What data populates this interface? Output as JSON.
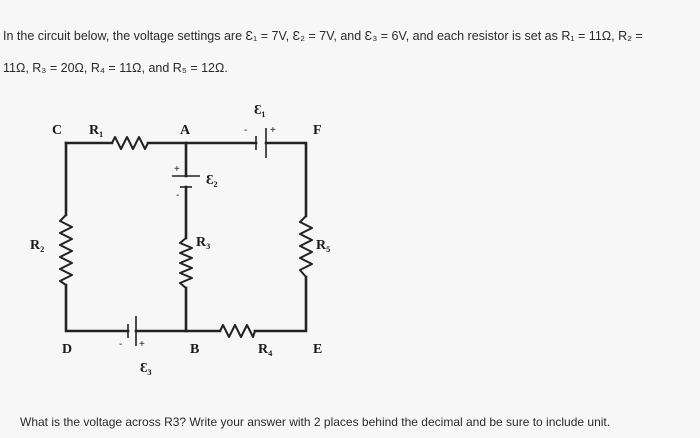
{
  "problem": {
    "line1": "In the circuit below, the voltage settings are Ɛ₁ = 7V, Ɛ₂ = 7V, and Ɛ₃ = 6V, and each resistor is set as R₁ = 11Ω, R₂ =",
    "line2": "11Ω, R₃ = 20Ω, R₄ = 11Ω, and R₅ = 12Ω."
  },
  "circuit": {
    "nodes": {
      "A": "A",
      "B": "B",
      "C": "C",
      "D": "D",
      "E": "E",
      "F": "F"
    },
    "resistors": {
      "r1": "R₁",
      "r2": "R₂",
      "r3": "R₃",
      "r4": "R₄",
      "r5": "R₅"
    },
    "sources": {
      "e1": "Ɛ₁",
      "e2": "Ɛ₂",
      "e3": "Ɛ₃"
    },
    "polarity": {
      "plus": "+",
      "minus": "-"
    }
  },
  "question": "What is the voltage across R3? Write your answer with 2 places behind the decimal and be sure to include unit."
}
